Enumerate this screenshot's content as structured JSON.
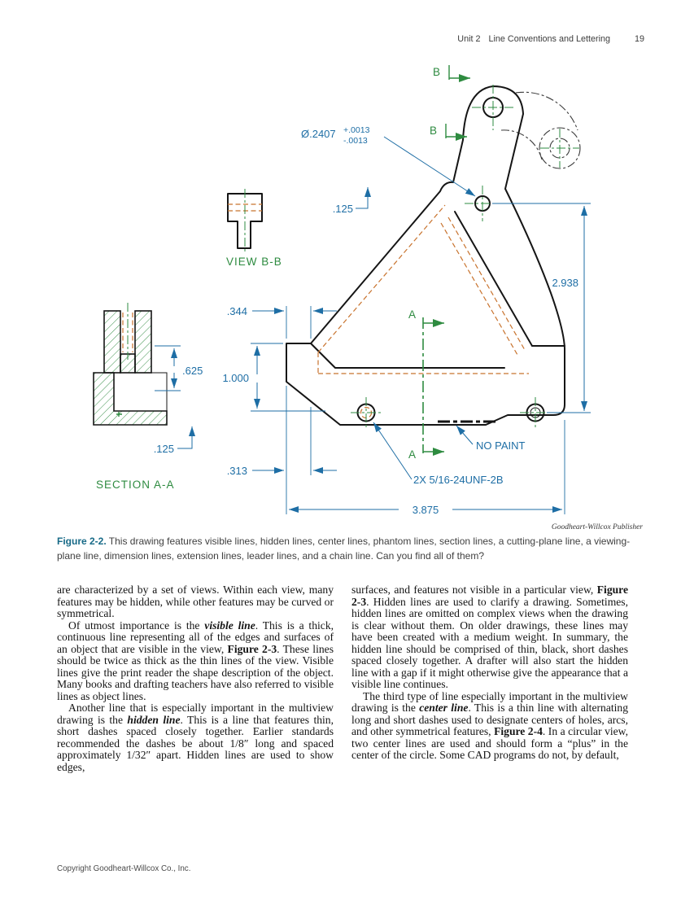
{
  "header": {
    "unit": "Unit 2",
    "title": "Line Conventions and Lettering",
    "page_number": "19"
  },
  "footer": {
    "copyright": "Copyright Goodheart-Willcox Co., Inc."
  },
  "figure": {
    "credit": "Goodheart-Willcox Publisher",
    "caption_label": "Figure 2-2.",
    "caption_text": " This drawing features visible lines, hidden lines, center lines, phantom lines, section lines, a cutting-plane line, a viewing-plane line, dimension lines, extension lines, leader lines, and a chain line. Can you find all of them?",
    "labels": {
      "view_bb": "VIEW B-B",
      "section_aa": "SECTION A-A",
      "no_paint": "NO PAINT",
      "letter_a": "A",
      "letter_b": "B"
    },
    "dimensions": {
      "dia": "Ø.2407",
      "dia_plus": "+.0013",
      "dia_minus": "-.0013",
      "d125_top": ".125",
      "d2938": "2.938",
      "d344": ".344",
      "d1000": "1.000",
      "d625": ".625",
      "d125_left": ".125",
      "d313": ".313",
      "d3875": "3.875",
      "thread": "2X 5/16-24UNF-2B"
    }
  },
  "article": {
    "columns": [
      {
        "paragraphs": [
          {
            "indent": false,
            "segments": [
              {
                "t": "are characterized by a set of views. Within each view, many features may be hidden, while other features may be curved or symmetrical.",
                "s": ""
              }
            ]
          },
          {
            "indent": true,
            "segments": [
              {
                "t": "Of utmost importance is the ",
                "s": ""
              },
              {
                "t": "visible line",
                "s": "bi"
              },
              {
                "t": ". This is a thick, continuous line representing all of the edges and surfaces of an object that are visible in the view, ",
                "s": ""
              },
              {
                "t": "Figure 2-3",
                "s": "b"
              },
              {
                "t": ". These lines should be twice as thick as the thin lines of the view. Visible lines give the print reader the shape description of the object. Many books and drafting teachers have also referred to visible lines as object lines.",
                "s": ""
              }
            ]
          },
          {
            "indent": true,
            "segments": [
              {
                "t": "Another line that is especially important in the multiview drawing is the ",
                "s": ""
              },
              {
                "t": "hidden line",
                "s": "bi"
              },
              {
                "t": ". This is a line that features thin, short dashes spaced closely together. Earlier standards recommended the dashes be about 1/8″ long and spaced approximately 1/32″ apart. Hidden lines are used to show edges,",
                "s": ""
              }
            ]
          }
        ]
      },
      {
        "paragraphs": [
          {
            "indent": false,
            "segments": [
              {
                "t": "surfaces, and features not visible in a particular view, ",
                "s": ""
              },
              {
                "t": "Figure 2-3",
                "s": "b"
              },
              {
                "t": ". Hidden lines are used to clarify a drawing. Sometimes, hidden lines are omitted on complex views when the drawing is clear without them. On older drawings, these lines may have been created with a medium weight. In summary, the hidden line should be comprised of thin, black, short dashes spaced closely together. A drafter will also start the hidden line with a gap if it might otherwise give the appearance that a visible line continues.",
                "s": ""
              }
            ]
          },
          {
            "indent": true,
            "segments": [
              {
                "t": "The third type of line especially important in the multiview drawing is the ",
                "s": ""
              },
              {
                "t": "center line",
                "s": "bi"
              },
              {
                "t": ". This is a thin line with alternating long and short dashes used to designate centers of holes, arcs, and other symmetrical features, ",
                "s": ""
              },
              {
                "t": "Figure 2-4",
                "s": "b"
              },
              {
                "t": ". In a circular view, two center lines are used and should form a “plus” in the center of the circle. Some CAD programs do not, by default,",
                "s": ""
              }
            ]
          }
        ]
      }
    ]
  }
}
